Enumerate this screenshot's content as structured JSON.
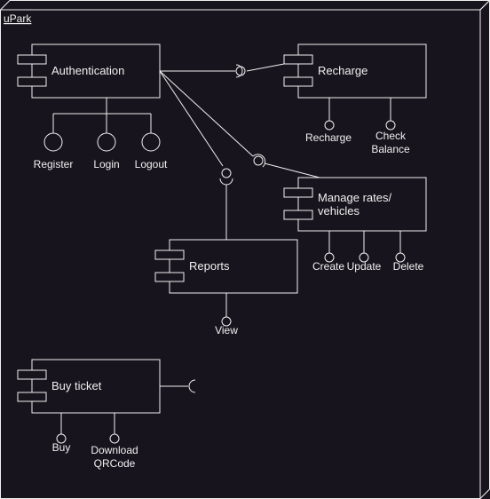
{
  "diagram": {
    "package_name": "uPark",
    "components": {
      "authentication": "Authentication",
      "recharge": "Recharge",
      "manage_line1": "Manage rates/",
      "manage_line2": "vehicles",
      "reports": "Reports",
      "buy_ticket": "Buy ticket"
    },
    "interfaces": {
      "register": "Register",
      "login": "Login",
      "logout": "Logout",
      "recharge": "Recharge",
      "check_line1": "Check",
      "check_line2": "Balance",
      "create": "Create",
      "update": "Update",
      "delete": "Delete",
      "view": "View",
      "buy": "Buy",
      "download_line1": "Download",
      "download_line2": "QRCode"
    }
  }
}
